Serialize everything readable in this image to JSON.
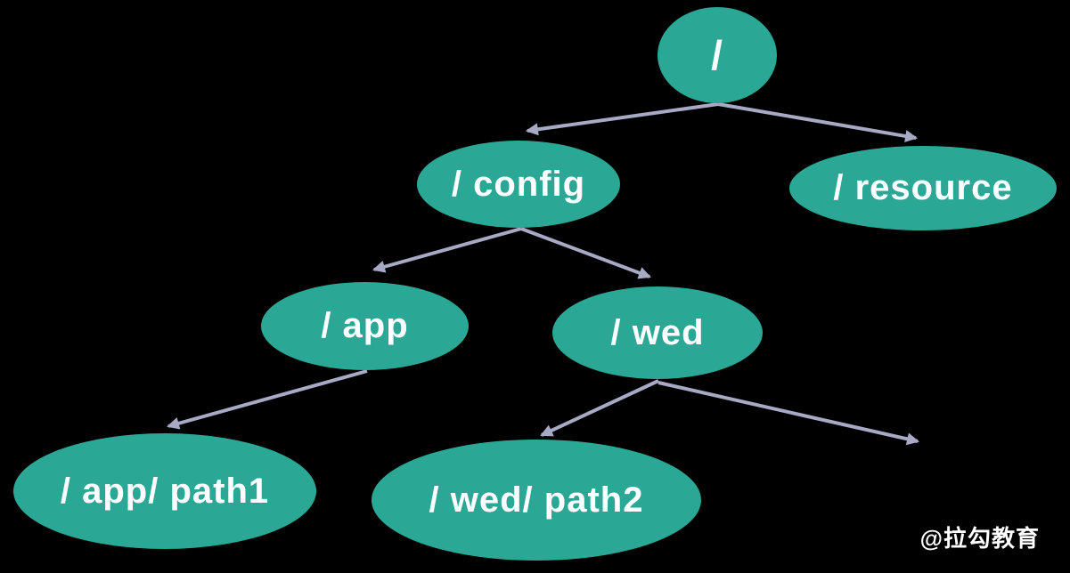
{
  "diagram": {
    "description": "Tree of paths (znode-style hierarchy) drawn as teal ellipses connected by arrows on a black background",
    "colors": {
      "background": "#000000",
      "node_fill": "#2aa795",
      "node_text": "#ffffff",
      "edge": "#a7aac4"
    },
    "tree": {
      "nodes": [
        {
          "id": "root",
          "label": "/"
        },
        {
          "id": "config",
          "label": "/ config"
        },
        {
          "id": "resource",
          "label": "/ resource"
        },
        {
          "id": "app",
          "label": "/ app"
        },
        {
          "id": "wed",
          "label": "/ wed"
        },
        {
          "id": "app-path1",
          "label": "/ app/ path1"
        },
        {
          "id": "wed-path2",
          "label": "/ wed/ path2"
        }
      ],
      "edges": [
        {
          "from": "root",
          "to": "config"
        },
        {
          "from": "root",
          "to": "resource"
        },
        {
          "from": "config",
          "to": "app"
        },
        {
          "from": "config",
          "to": "wed"
        },
        {
          "from": "app",
          "to": "app-path1"
        },
        {
          "from": "wed",
          "to": "wed-path2"
        },
        {
          "from": "wed",
          "to": "(offscreen-right, no visible node)"
        }
      ]
    },
    "watermark": "@拉勾教育"
  }
}
